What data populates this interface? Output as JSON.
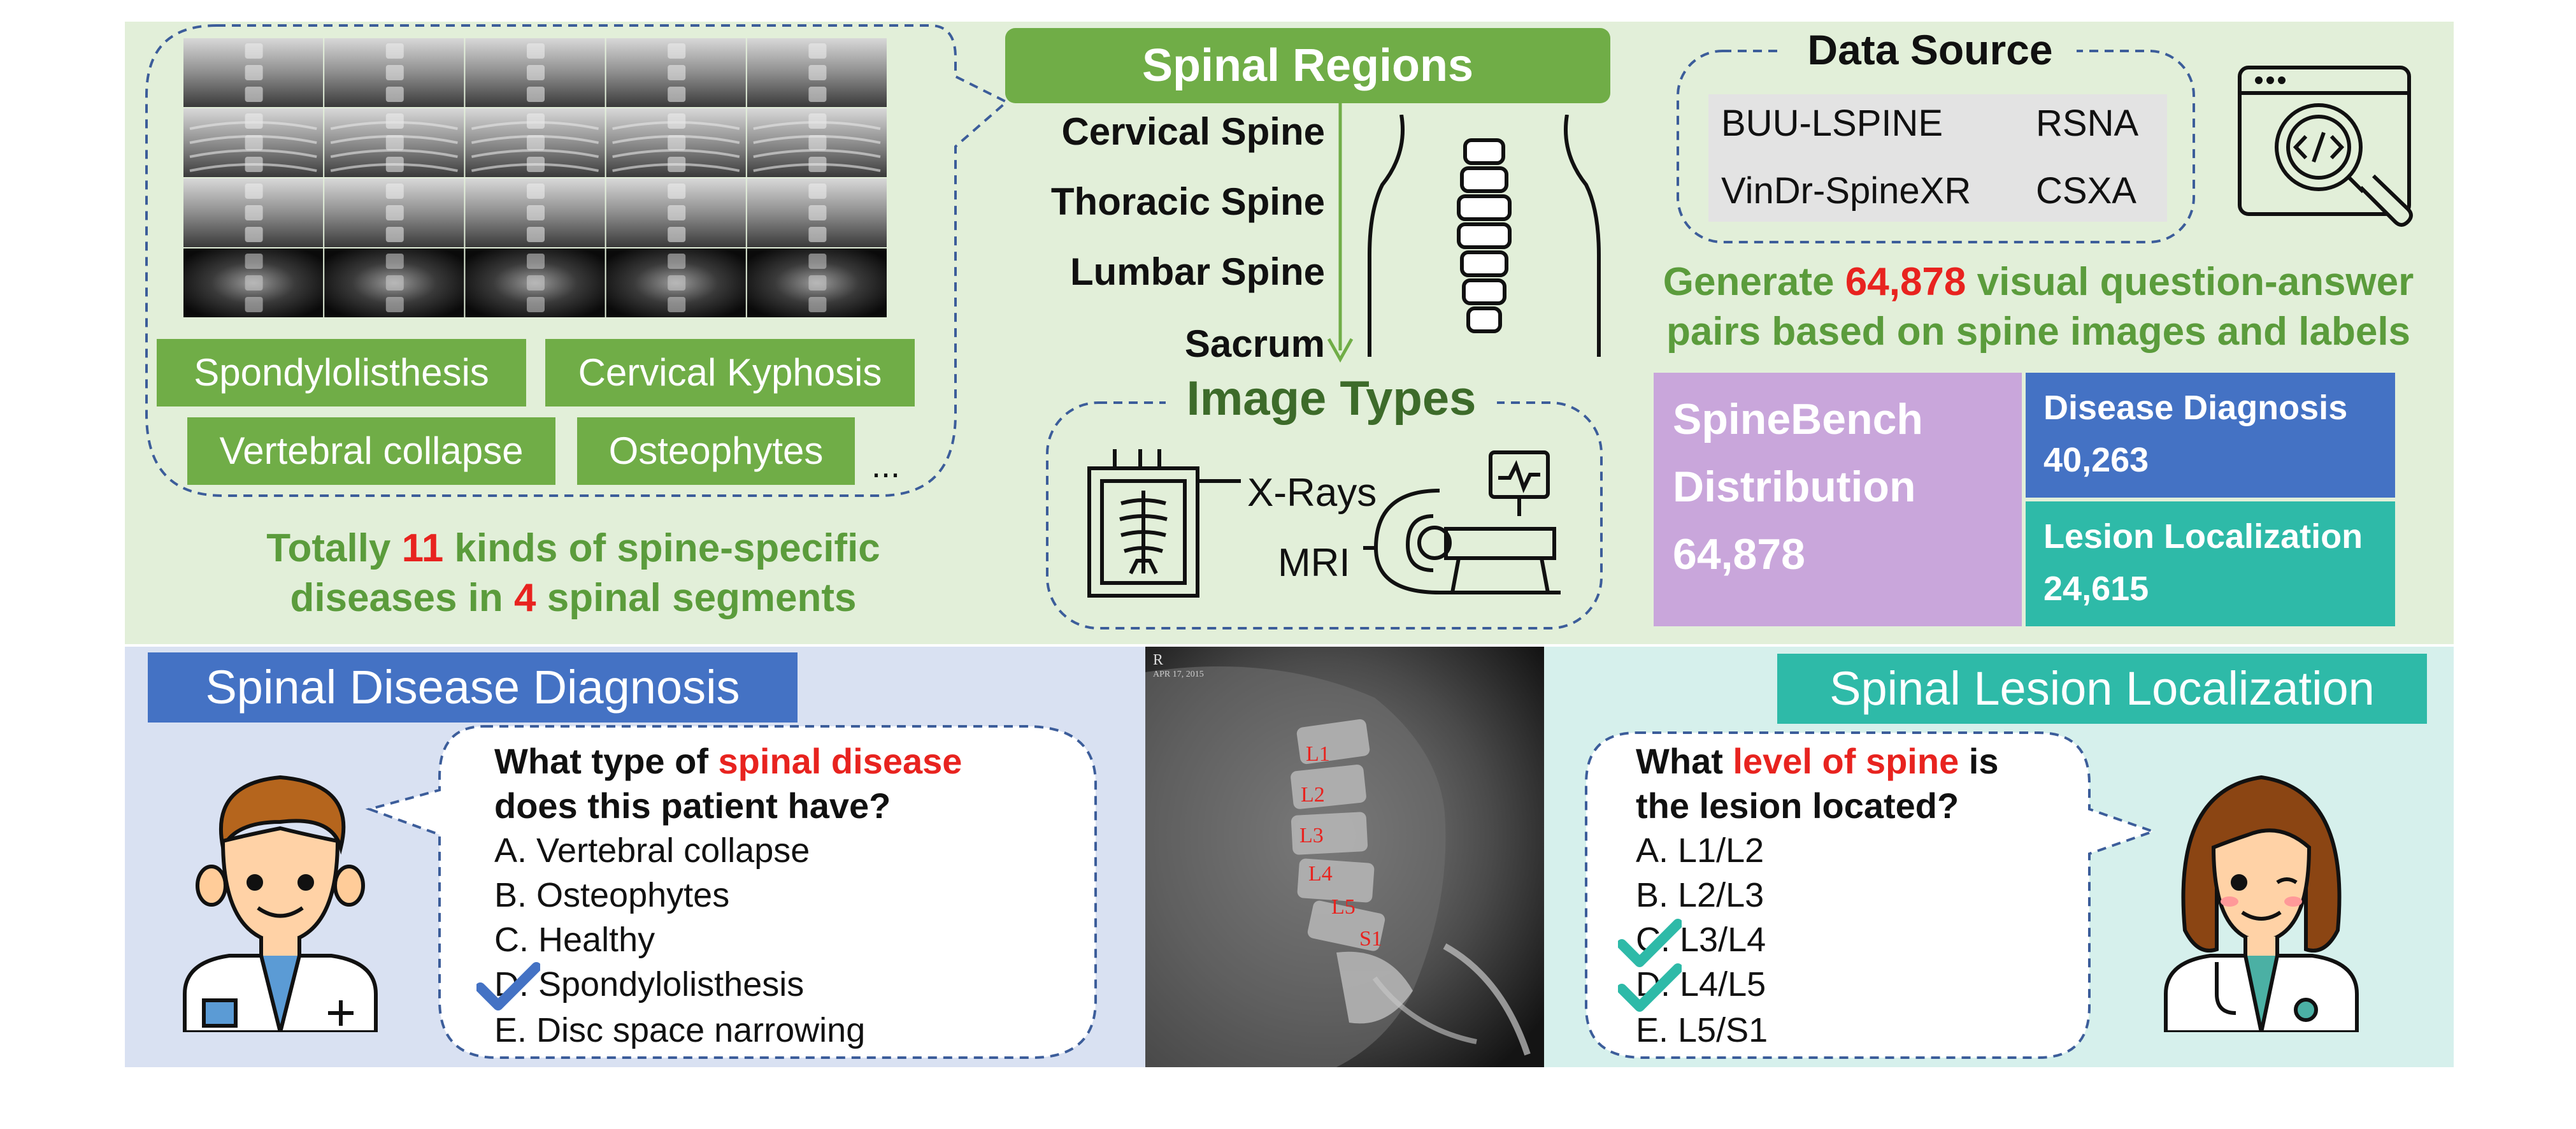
{
  "top": {
    "disease_tags": [
      "Spondylolisthesis",
      "Cervical Kyphosis",
      "Vertebral collapse",
      "Osteophytes"
    ],
    "ellipsis": "...",
    "summary": {
      "part1": "Totally ",
      "count": "11",
      "part2": " kinds of spine-specific",
      "part3": "diseases in ",
      "segments": "4",
      "part4": " spinal segments"
    },
    "regions": {
      "title": "Spinal Regions",
      "items": [
        "Cervical Spine",
        "Thoracic Spine",
        "Lumbar Spine",
        "Sacrum"
      ]
    },
    "image_types": {
      "title": "Image Types",
      "items": [
        "X-Rays",
        "MRI"
      ]
    },
    "data_source": {
      "title": "Data Source",
      "items": [
        "BUU-LSPINE",
        "RSNA",
        "VinDr-SpineXR",
        "CSXA"
      ]
    },
    "generate": {
      "part1": "Generate ",
      "count": "64,878",
      "part2": " visual question-answer",
      "line2": "pairs based on spine images and labels"
    },
    "distribution": {
      "title_line1": "SpineBench",
      "title_line2": "Distribution",
      "total": "64,878",
      "diagnosis_label": "Disease Diagnosis",
      "diagnosis_value": "40,263",
      "localization_label": "Lesion Localization",
      "localization_value": "24,615",
      "colors": {
        "total": "#c9a6db",
        "diagnosis": "#4472c4",
        "localization": "#2ebaa8"
      }
    }
  },
  "diagnosis": {
    "title": "Spinal Disease Diagnosis",
    "question_a": "What type of ",
    "question_highlight": "spinal disease",
    "question_b": "does this patient have?",
    "options": [
      "A. Vertebral collapse",
      "B. Osteophytes",
      "C. Healthy",
      "D. Spondylolisthesis",
      "E. Disc space narrowing"
    ],
    "correct_index": 3
  },
  "xray": {
    "corner_text": "R",
    "date_text": "APR 17, 2015",
    "labels": [
      "L1",
      "L2",
      "L3",
      "L4",
      "L5",
      "S1"
    ]
  },
  "localization": {
    "title": "Spinal Lesion Localization",
    "question_a": "What ",
    "question_highlight": "level of spine",
    "question_b": " is",
    "question_c": "the lesion located?",
    "options": [
      "A. L1/L2",
      "B. L2/L3",
      "C. L3/L4",
      "D. L4/L5",
      "E. L5/S1"
    ],
    "correct_indices": [
      2,
      3
    ]
  },
  "colors": {
    "panel_green": "#e2efd9",
    "tag_green": "#70ad47",
    "text_green": "#5b9c3c",
    "highlight_red": "#e8231f",
    "title_blue": "#4472c4",
    "title_teal": "#2ebaa8"
  }
}
